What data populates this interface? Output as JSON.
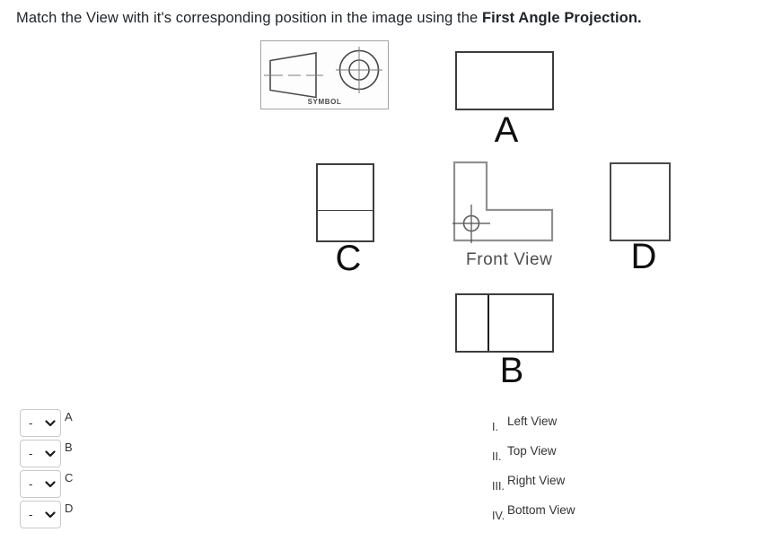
{
  "title": {
    "prefix": "Match the View with it's corresponding position in the image using the ",
    "bold": "First Angle Projection."
  },
  "symbol": {
    "label": "SYMBOL",
    "description_icon": "first-angle-projection-symbol"
  },
  "positions": {
    "a": {
      "letter": "A"
    },
    "b": {
      "letter": "B"
    },
    "c": {
      "letter": "C"
    },
    "d": {
      "letter": "D"
    },
    "front": {
      "label": "Front View"
    }
  },
  "answers": [
    {
      "label": "A",
      "value": "-"
    },
    {
      "label": "B",
      "value": "-"
    },
    {
      "label": "C",
      "value": "-"
    },
    {
      "label": "D",
      "value": "-"
    }
  ],
  "options_list": [
    {
      "numeral": "I.",
      "label": "Left View"
    },
    {
      "numeral": "II.",
      "label": "Top View"
    },
    {
      "numeral": "III.",
      "label": "Right View"
    },
    {
      "numeral": "IV.",
      "label": "Bottom View"
    }
  ],
  "colors": {
    "title_text": "#212529",
    "drawing_dark": "#3d3d3d",
    "drawing_grey": "#909090",
    "label_text": "#333333",
    "select_border": "#c9c9c9"
  }
}
